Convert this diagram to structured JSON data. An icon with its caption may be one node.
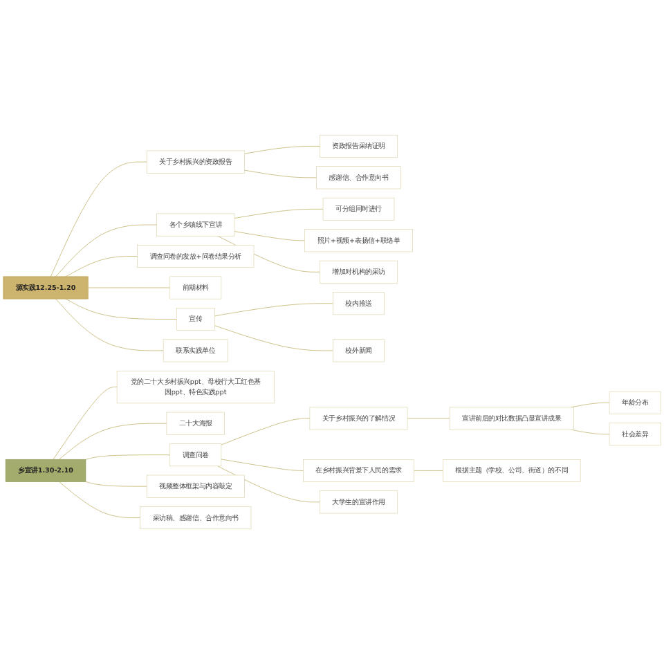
{
  "diagram": {
    "nodes": [
      {
        "text": [
          "源实践12.25-1.20"
        ]
      },
      {
        "text": [
          "关于乡村振兴的资政报告"
        ]
      },
      {
        "text": [
          "资政报告采纳证明"
        ]
      },
      {
        "text": [
          "感谢信、合作意向书"
        ]
      },
      {
        "text": [
          "各个乡镇线下宣讲"
        ]
      },
      {
        "text": [
          "可分组同时进行"
        ]
      },
      {
        "text": [
          "照片+视频+表扬信+联络单"
        ]
      },
      {
        "text": [
          "增加对机构的采访"
        ]
      },
      {
        "text": [
          "调查问卷的发放+问卷结果分析"
        ]
      },
      {
        "text": [
          "前期材料"
        ]
      },
      {
        "text": [
          "宣传"
        ]
      },
      {
        "text": [
          "校内推送"
        ]
      },
      {
        "text": [
          "校外新闻"
        ]
      },
      {
        "text": [
          "联系实践单位"
        ]
      },
      {
        "text": [
          "乡宣讲1.30-2.10"
        ]
      },
      {
        "text": [
          "党的二十大乡村振兴ppt、母校行大工红色基因ppt、特色实践ppt"
        ]
      },
      {
        "text": [
          "二十大海报"
        ]
      },
      {
        "text": [
          "调查问卷"
        ]
      },
      {
        "text": [
          "关于乡村振兴的了解情况"
        ]
      },
      {
        "text": [
          "宣讲前后的对比数据凸显宣讲成果"
        ]
      },
      {
        "text": [
          "年龄分布"
        ]
      },
      {
        "text": [
          "社会差异"
        ]
      },
      {
        "text": [
          "在乡村振兴背景下人民的需求"
        ]
      },
      {
        "text": [
          "根据主题（学校、公司、街道）的不同"
        ]
      },
      {
        "text": [
          "大学生的宣讲作用"
        ]
      },
      {
        "text": [
          "视频整体框架与内容敲定"
        ]
      },
      {
        "text": [
          "采访稿、感谢信、合作意向书"
        ]
      }
    ],
    "edges": [
      {
        "from": 0,
        "to": 1,
        "arrow": "none"
      },
      {
        "from": 1,
        "to": 2,
        "arrow": "none"
      },
      {
        "from": 1,
        "to": 3,
        "arrow": "none"
      },
      {
        "from": 0,
        "to": 4,
        "arrow": "none"
      },
      {
        "from": 4,
        "to": 5,
        "arrow": "none"
      },
      {
        "from": 4,
        "to": 6,
        "arrow": "none"
      },
      {
        "from": 4,
        "to": 7,
        "arrow": "none"
      },
      {
        "from": 0,
        "to": 8,
        "arrow": "none"
      },
      {
        "from": 0,
        "to": 9,
        "arrow": "none"
      },
      {
        "from": 0,
        "to": 10,
        "arrow": "none"
      },
      {
        "from": 10,
        "to": 11,
        "arrow": "none"
      },
      {
        "from": 10,
        "to": 12,
        "arrow": "none"
      },
      {
        "from": 0,
        "to": 13,
        "arrow": "none"
      },
      {
        "from": 14,
        "to": 15,
        "arrow": "none"
      },
      {
        "from": 14,
        "to": 16,
        "arrow": "none"
      },
      {
        "from": 14,
        "to": 17,
        "arrow": "none"
      },
      {
        "from": 17,
        "to": 18,
        "arrow": "none"
      },
      {
        "from": 18,
        "to": 19,
        "arrow": "none"
      },
      {
        "from": 19,
        "to": 20,
        "arrow": "none"
      },
      {
        "from": 19,
        "to": 21,
        "arrow": "none"
      },
      {
        "from": 17,
        "to": 22,
        "arrow": "none"
      },
      {
        "from": 22,
        "to": 23,
        "arrow": "none"
      },
      {
        "from": 17,
        "to": 24,
        "arrow": "none"
      },
      {
        "from": 14,
        "to": 25,
        "arrow": "none"
      },
      {
        "from": 14,
        "to": 26,
        "arrow": "none"
      }
    ]
  }
}
